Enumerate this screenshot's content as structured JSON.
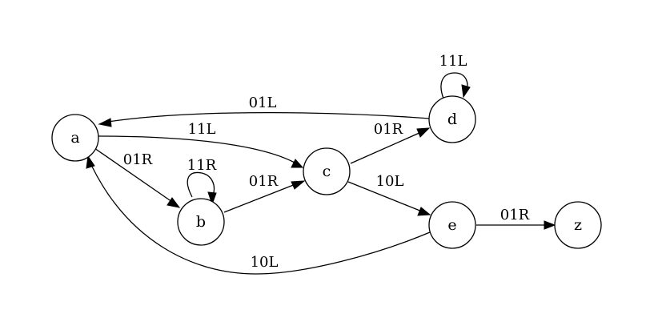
{
  "diagram": {
    "type": "state-transition-graph",
    "nodes": [
      {
        "id": "a",
        "label": "a"
      },
      {
        "id": "b",
        "label": "b"
      },
      {
        "id": "c",
        "label": "c"
      },
      {
        "id": "d",
        "label": "d"
      },
      {
        "id": "e",
        "label": "e"
      },
      {
        "id": "z",
        "label": "z"
      }
    ],
    "edges": [
      {
        "from": "a",
        "to": "b",
        "label": "01R"
      },
      {
        "from": "a",
        "to": "c",
        "label": "11L"
      },
      {
        "from": "b",
        "to": "b",
        "label": "11R"
      },
      {
        "from": "b",
        "to": "c",
        "label": "01R"
      },
      {
        "from": "c",
        "to": "d",
        "label": "01R"
      },
      {
        "from": "c",
        "to": "e",
        "label": "10L"
      },
      {
        "from": "d",
        "to": "d",
        "label": "11L"
      },
      {
        "from": "d",
        "to": "a",
        "label": "01L"
      },
      {
        "from": "e",
        "to": "a",
        "label": "10L"
      },
      {
        "from": "e",
        "to": "z",
        "label": "01R"
      }
    ]
  }
}
